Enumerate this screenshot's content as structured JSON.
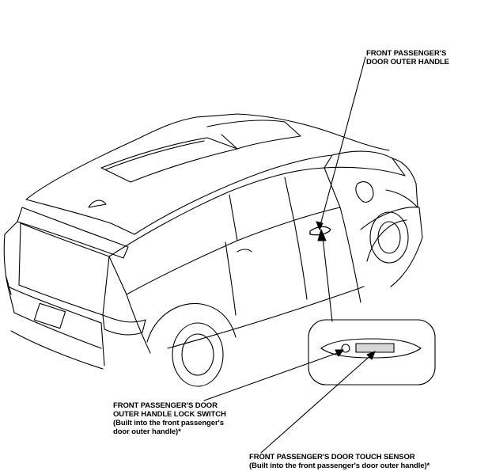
{
  "callouts": {
    "outer_handle": {
      "line1": "FRONT PASSENGER'S",
      "line2": "DOOR OUTER HANDLE"
    },
    "lock_switch": {
      "line1": "FRONT PASSENGER'S DOOR",
      "line2": "OUTER HANDLE LOCK SWITCH",
      "line3": "(Built into the front passenger's",
      "line4": "door outer handle)*"
    },
    "touch_sensor": {
      "line1": "FRONT PASSENGER'S DOOR TOUCH SENSOR",
      "line2": "(Built into the front passenger's door outer handle)*"
    }
  }
}
